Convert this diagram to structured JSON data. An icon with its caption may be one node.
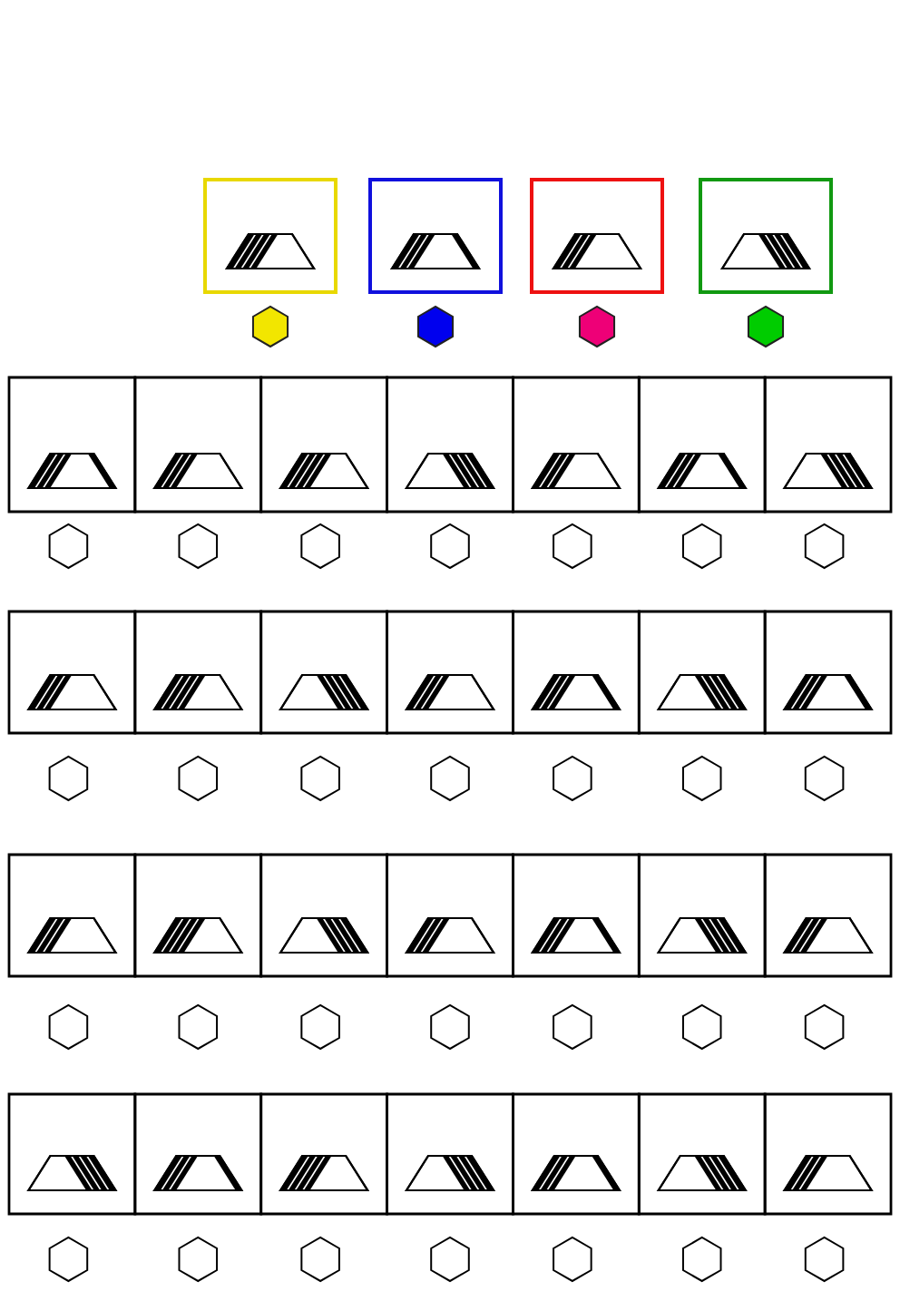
{
  "diagram": {
    "nodes": [
      {
        "text": [],
        "shape": "picture"
      },
      {
        "text": [],
        "shape": "picture"
      },
      {
        "text": [],
        "shape": "picture"
      },
      {
        "text": [],
        "shape": "picture"
      },
      {
        "text": [],
        "shape": "hexagon"
      },
      {
        "text": [],
        "shape": "hexagon"
      },
      {
        "text": [],
        "shape": "hexagon"
      },
      {
        "text": [],
        "shape": "hexagon"
      },
      {
        "text": [],
        "shape": "picture"
      },
      {
        "text": [],
        "shape": "picture"
      },
      {
        "text": [],
        "shape": "picture"
      },
      {
        "text": [],
        "shape": "picture"
      },
      {
        "text": [],
        "shape": "picture"
      },
      {
        "text": [],
        "shape": "picture"
      },
      {
        "text": [],
        "shape": "picture"
      },
      {
        "text": [],
        "shape": "hexagon"
      },
      {
        "text": [],
        "shape": "hexagon"
      },
      {
        "text": [],
        "shape": "hexagon"
      },
      {
        "text": [],
        "shape": "hexagon"
      },
      {
        "text": [],
        "shape": "hexagon"
      },
      {
        "text": [],
        "shape": "hexagon"
      },
      {
        "text": [],
        "shape": "hexagon"
      },
      {
        "text": [],
        "shape": "picture"
      },
      {
        "text": [],
        "shape": "picture"
      },
      {
        "text": [],
        "shape": "picture"
      },
      {
        "text": [],
        "shape": "picture"
      },
      {
        "text": [],
        "shape": "picture"
      },
      {
        "text": [],
        "shape": "picture"
      },
      {
        "text": [],
        "shape": "picture"
      },
      {
        "text": [],
        "shape": "hexagon"
      },
      {
        "text": [],
        "shape": "hexagon"
      },
      {
        "text": [],
        "shape": "hexagon"
      },
      {
        "text": [],
        "shape": "hexagon"
      },
      {
        "text": [],
        "shape": "hexagon"
      },
      {
        "text": [],
        "shape": "hexagon"
      },
      {
        "text": [],
        "shape": "hexagon"
      },
      {
        "text": [],
        "shape": "picture"
      },
      {
        "text": [],
        "shape": "picture"
      },
      {
        "text": [],
        "shape": "picture"
      },
      {
        "text": [],
        "shape": "picture"
      },
      {
        "text": [],
        "shape": "picture"
      },
      {
        "text": [],
        "shape": "picture"
      },
      {
        "text": [],
        "shape": "picture"
      },
      {
        "text": [],
        "shape": "hexagon"
      },
      {
        "text": [],
        "shape": "hexagon"
      },
      {
        "text": [],
        "shape": "hexagon"
      },
      {
        "text": [],
        "shape": "hexagon"
      },
      {
        "text": [],
        "shape": "hexagon"
      },
      {
        "text": [],
        "shape": "hexagon"
      },
      {
        "text": [],
        "shape": "hexagon"
      },
      {
        "text": [],
        "shape": "picture"
      },
      {
        "text": [],
        "shape": "picture"
      },
      {
        "text": [],
        "shape": "picture"
      },
      {
        "text": [],
        "shape": "picture"
      },
      {
        "text": [],
        "shape": "picture"
      },
      {
        "text": [],
        "shape": "picture"
      },
      {
        "text": [],
        "shape": "picture"
      },
      {
        "text": [],
        "shape": "hexagon"
      },
      {
        "text": [],
        "shape": "hexagon"
      },
      {
        "text": [],
        "shape": "hexagon"
      },
      {
        "text": [],
        "shape": "hexagon"
      },
      {
        "text": [],
        "shape": "hexagon"
      },
      {
        "text": [],
        "shape": "hexagon"
      },
      {
        "text": [],
        "shape": "hexagon"
      }
    ]
  }
}
